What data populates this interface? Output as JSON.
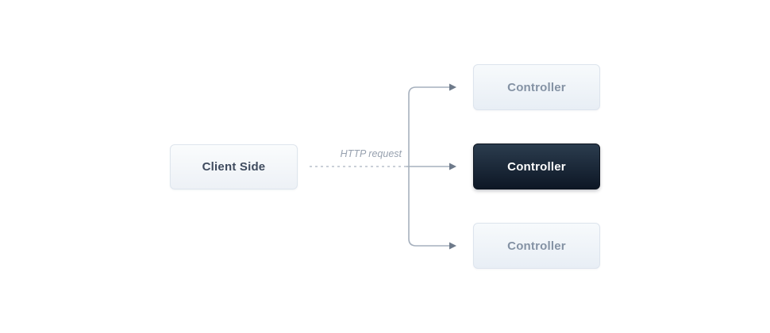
{
  "diagram": {
    "client": {
      "label": "Client Side"
    },
    "edge_label": "HTTP request",
    "controllers": [
      {
        "label": "Controller",
        "variant": "light"
      },
      {
        "label": "Controller",
        "variant": "dark"
      },
      {
        "label": "Controller",
        "variant": "light"
      }
    ],
    "colors": {
      "background": "#ffffff",
      "light_box_bg_top": "#f7fafc",
      "light_box_bg_bottom": "#e8eef5",
      "light_box_border": "#dde4ed",
      "light_box_text": "#8492a4",
      "client_text": "#3f4b5e",
      "dark_box_bg_top": "#2b3c4e",
      "dark_box_bg_bottom": "#0d1725",
      "dark_box_text": "#ffffff",
      "connector_line": "#a6b0bd",
      "dashed_line": "#b9c1cb",
      "arrowhead": "#6e7a8a",
      "edge_label_text": "#97a1af"
    }
  }
}
